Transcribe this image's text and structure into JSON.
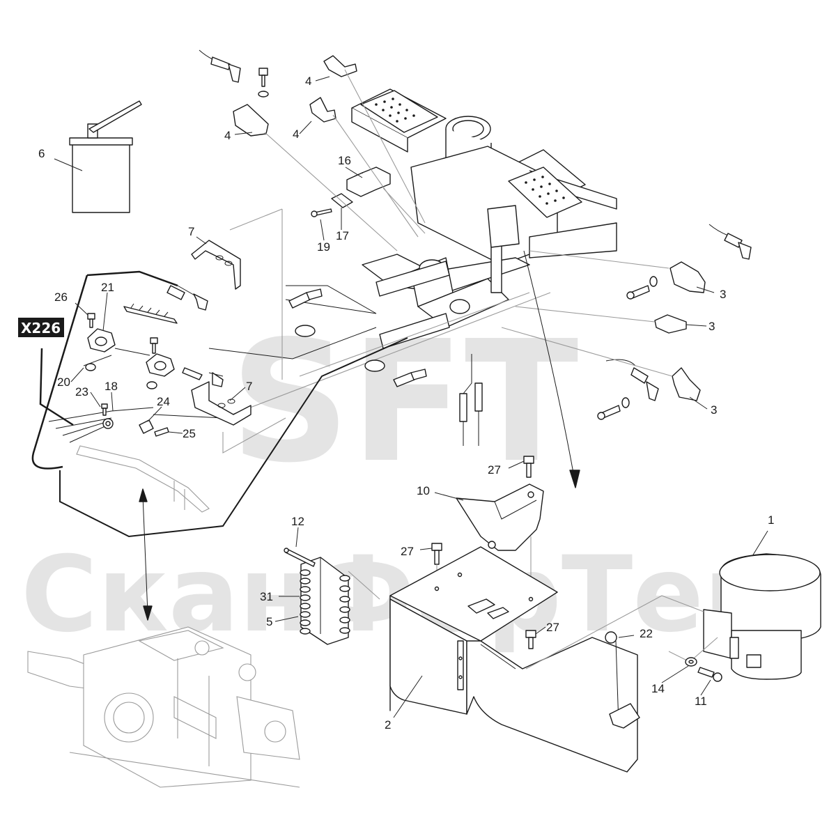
{
  "watermark": {
    "logo": "SFT",
    "text": "СканФорТек"
  },
  "connector_tag": "X226",
  "callouts": [
    {
      "id": "c1",
      "label": "1"
    },
    {
      "id": "c2",
      "label": "2"
    },
    {
      "id": "c3a",
      "label": "3"
    },
    {
      "id": "c3b",
      "label": "3"
    },
    {
      "id": "c3c",
      "label": "3"
    },
    {
      "id": "c4a",
      "label": "4"
    },
    {
      "id": "c4b",
      "label": "4"
    },
    {
      "id": "c4c",
      "label": "4"
    },
    {
      "id": "c5",
      "label": "5"
    },
    {
      "id": "c6",
      "label": "6"
    },
    {
      "id": "c7a",
      "label": "7"
    },
    {
      "id": "c7b",
      "label": "7"
    },
    {
      "id": "c10",
      "label": "10"
    },
    {
      "id": "c11",
      "label": "11"
    },
    {
      "id": "c12",
      "label": "12"
    },
    {
      "id": "c14",
      "label": "14"
    },
    {
      "id": "c16",
      "label": "16"
    },
    {
      "id": "c17",
      "label": "17"
    },
    {
      "id": "c18",
      "label": "18"
    },
    {
      "id": "c19",
      "label": "19"
    },
    {
      "id": "c20",
      "label": "20"
    },
    {
      "id": "c21",
      "label": "21"
    },
    {
      "id": "c22",
      "label": "22"
    },
    {
      "id": "c23",
      "label": "23"
    },
    {
      "id": "c24",
      "label": "24"
    },
    {
      "id": "c25",
      "label": "25"
    },
    {
      "id": "c26",
      "label": "26"
    },
    {
      "id": "c27a",
      "label": "27"
    },
    {
      "id": "c27b",
      "label": "27"
    },
    {
      "id": "c27c",
      "label": "27"
    },
    {
      "id": "c31",
      "label": "31"
    }
  ]
}
